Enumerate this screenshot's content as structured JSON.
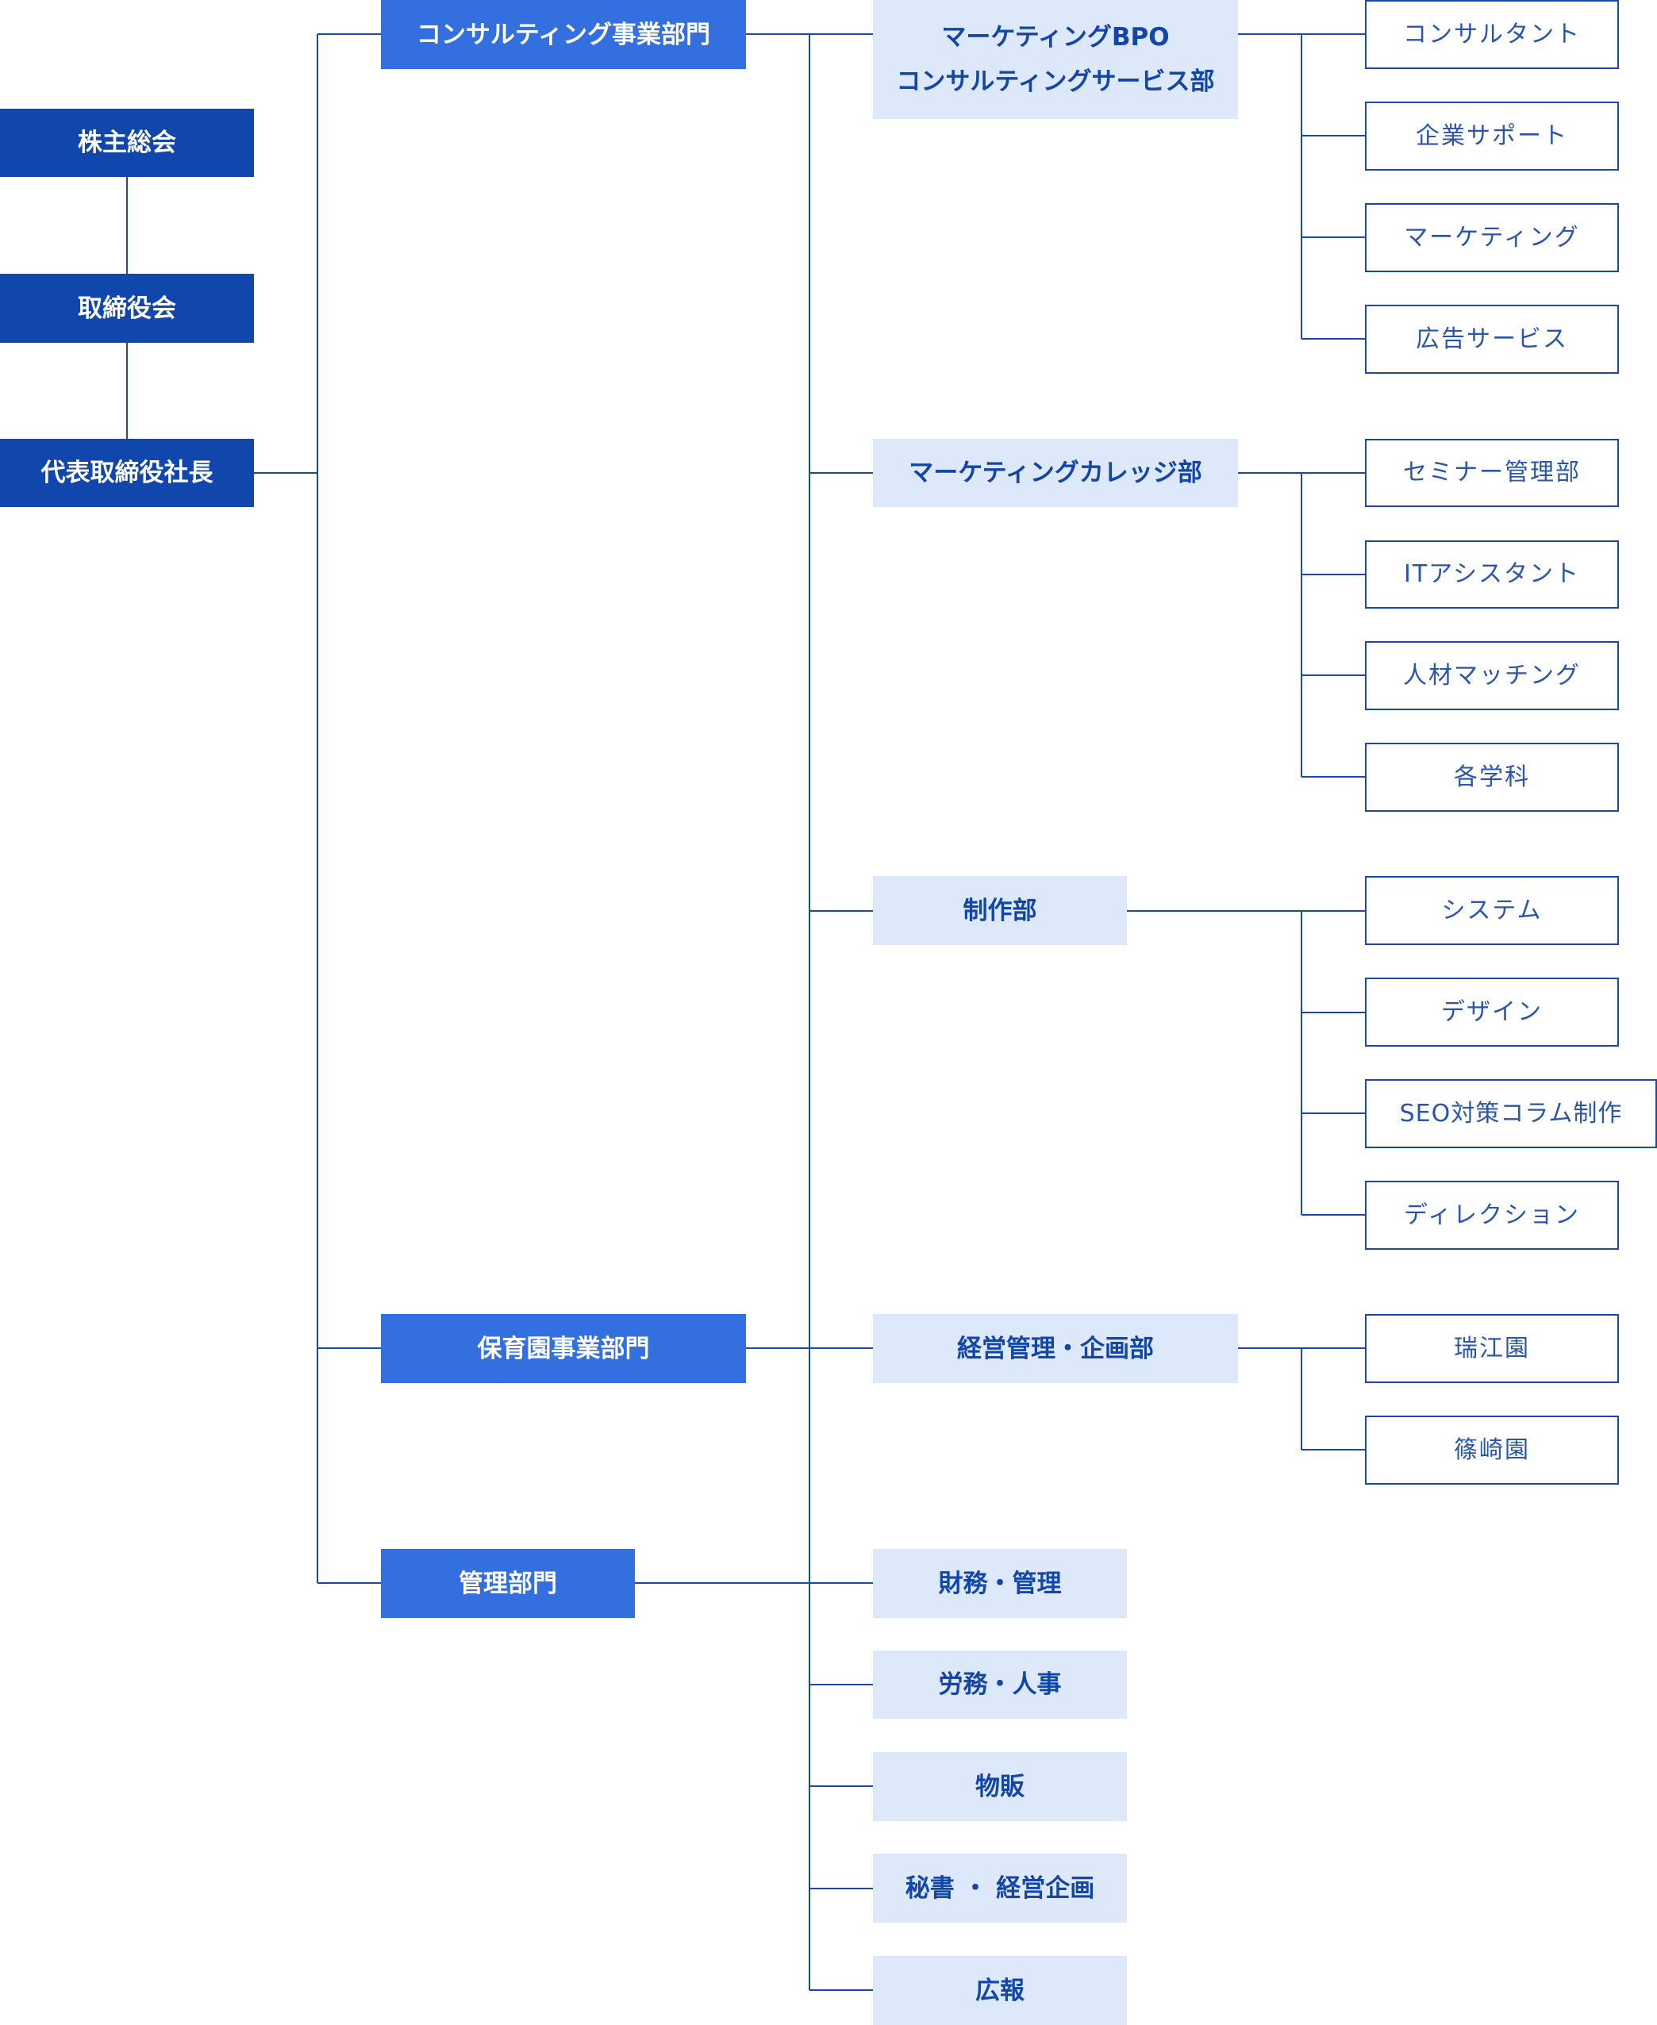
{
  "colors": {
    "line": "#1a49a8",
    "executive_fill": "#1146ad",
    "division_fill": "#346fdf",
    "department_fill": "#dde8fb",
    "department_text": "#1246a8",
    "team_border": "#1a49a8",
    "team_text": "#2a55ac"
  },
  "executive": {
    "shareholders": "株主総会",
    "board": "取締役会",
    "president": "代表取締役社長"
  },
  "divisions": {
    "consulting": "コンサルティング事業部門",
    "nursery": "保育園事業部門",
    "management": "管理部門"
  },
  "departments": {
    "marketing_bpo": [
      "マーケティングBPO",
      "コンサルティングサービス部"
    ],
    "marketing_college": "マーケティングカレッジ部",
    "production": "制作部",
    "business_planning": "経営管理・企画部",
    "finance": "財務・管理",
    "labor_hr": "労務・人事",
    "sales_goods": "物販",
    "secretary_planning": "秘書 ・ 経営企画",
    "public_relations": "広報"
  },
  "teams": {
    "marketing_bpo": [
      "コンサルタント",
      "企業サポート",
      "マーケティング",
      "広告サービス"
    ],
    "marketing_college": [
      "セミナー管理部",
      "ITアシスタント",
      "人材マッチング",
      "各学科"
    ],
    "production": [
      "システム",
      "デザイン",
      "SEO対策コラム制作",
      "ディレクション"
    ],
    "business_planning": [
      "瑞江園",
      "篠崎園"
    ]
  }
}
